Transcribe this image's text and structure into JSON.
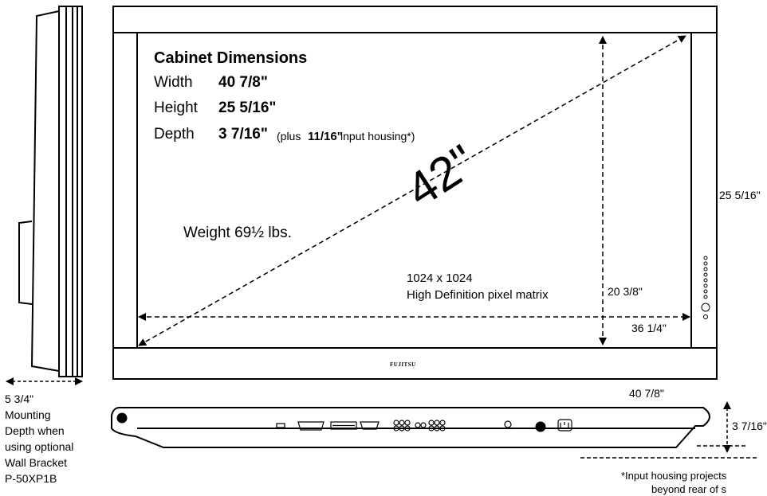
{
  "specs": {
    "heading": "Cabinet Dimensions",
    "width_label": "Width",
    "width_value": "40 7/8\"",
    "height_label": "Height",
    "height_value": "25 5/16\"",
    "depth_label": "Depth",
    "depth_value": "3 7/16\"",
    "depth_note_prefix": "(plus",
    "depth_note_value": "11/16\"",
    "depth_note_suffix": "input housing*)",
    "weight": "Weight  69½ lbs."
  },
  "screen": {
    "diagonal": "42\"",
    "resolution": "1024 x 1024",
    "resolution_desc": "High Definition pixel matrix",
    "brand": "FUJITSU"
  },
  "dimensions": {
    "screen_height": "20 3/8\"",
    "screen_width": "36 1/4\"",
    "cabinet_height": "25 5/16\"",
    "cabinet_width": "40 7/8\"",
    "cabinet_depth": "3 7/16\""
  },
  "mounting": {
    "depth": "5 3/4\"",
    "lines": [
      "Mounting",
      "Depth when",
      "using optional",
      "Wall Bracket",
      "P-50XP1B"
    ]
  },
  "footnote": {
    "line1": "*Input housing projects",
    "line2": "beyond rear of s"
  }
}
